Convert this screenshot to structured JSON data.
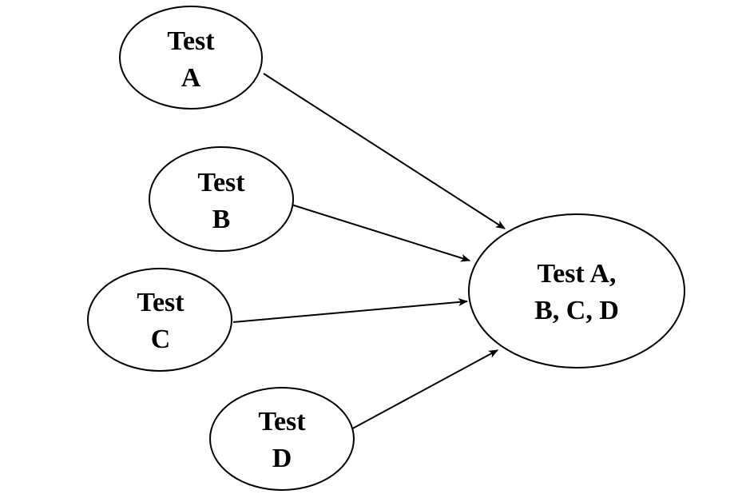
{
  "nodes": [
    {
      "id": "a",
      "lines": [
        "Test",
        "A"
      ]
    },
    {
      "id": "b",
      "lines": [
        "Test",
        "B"
      ]
    },
    {
      "id": "c",
      "lines": [
        "Test",
        "C"
      ]
    },
    {
      "id": "d",
      "lines": [
        "Test",
        "D"
      ]
    },
    {
      "id": "combined",
      "lines": [
        "Test A,",
        "B, C, D"
      ]
    }
  ],
  "edges": [
    {
      "from": "a",
      "to": "combined"
    },
    {
      "from": "b",
      "to": "combined"
    },
    {
      "from": "c",
      "to": "combined"
    },
    {
      "from": "d",
      "to": "combined"
    }
  ],
  "colors": {
    "stroke": "#000000",
    "background": "#ffffff"
  }
}
